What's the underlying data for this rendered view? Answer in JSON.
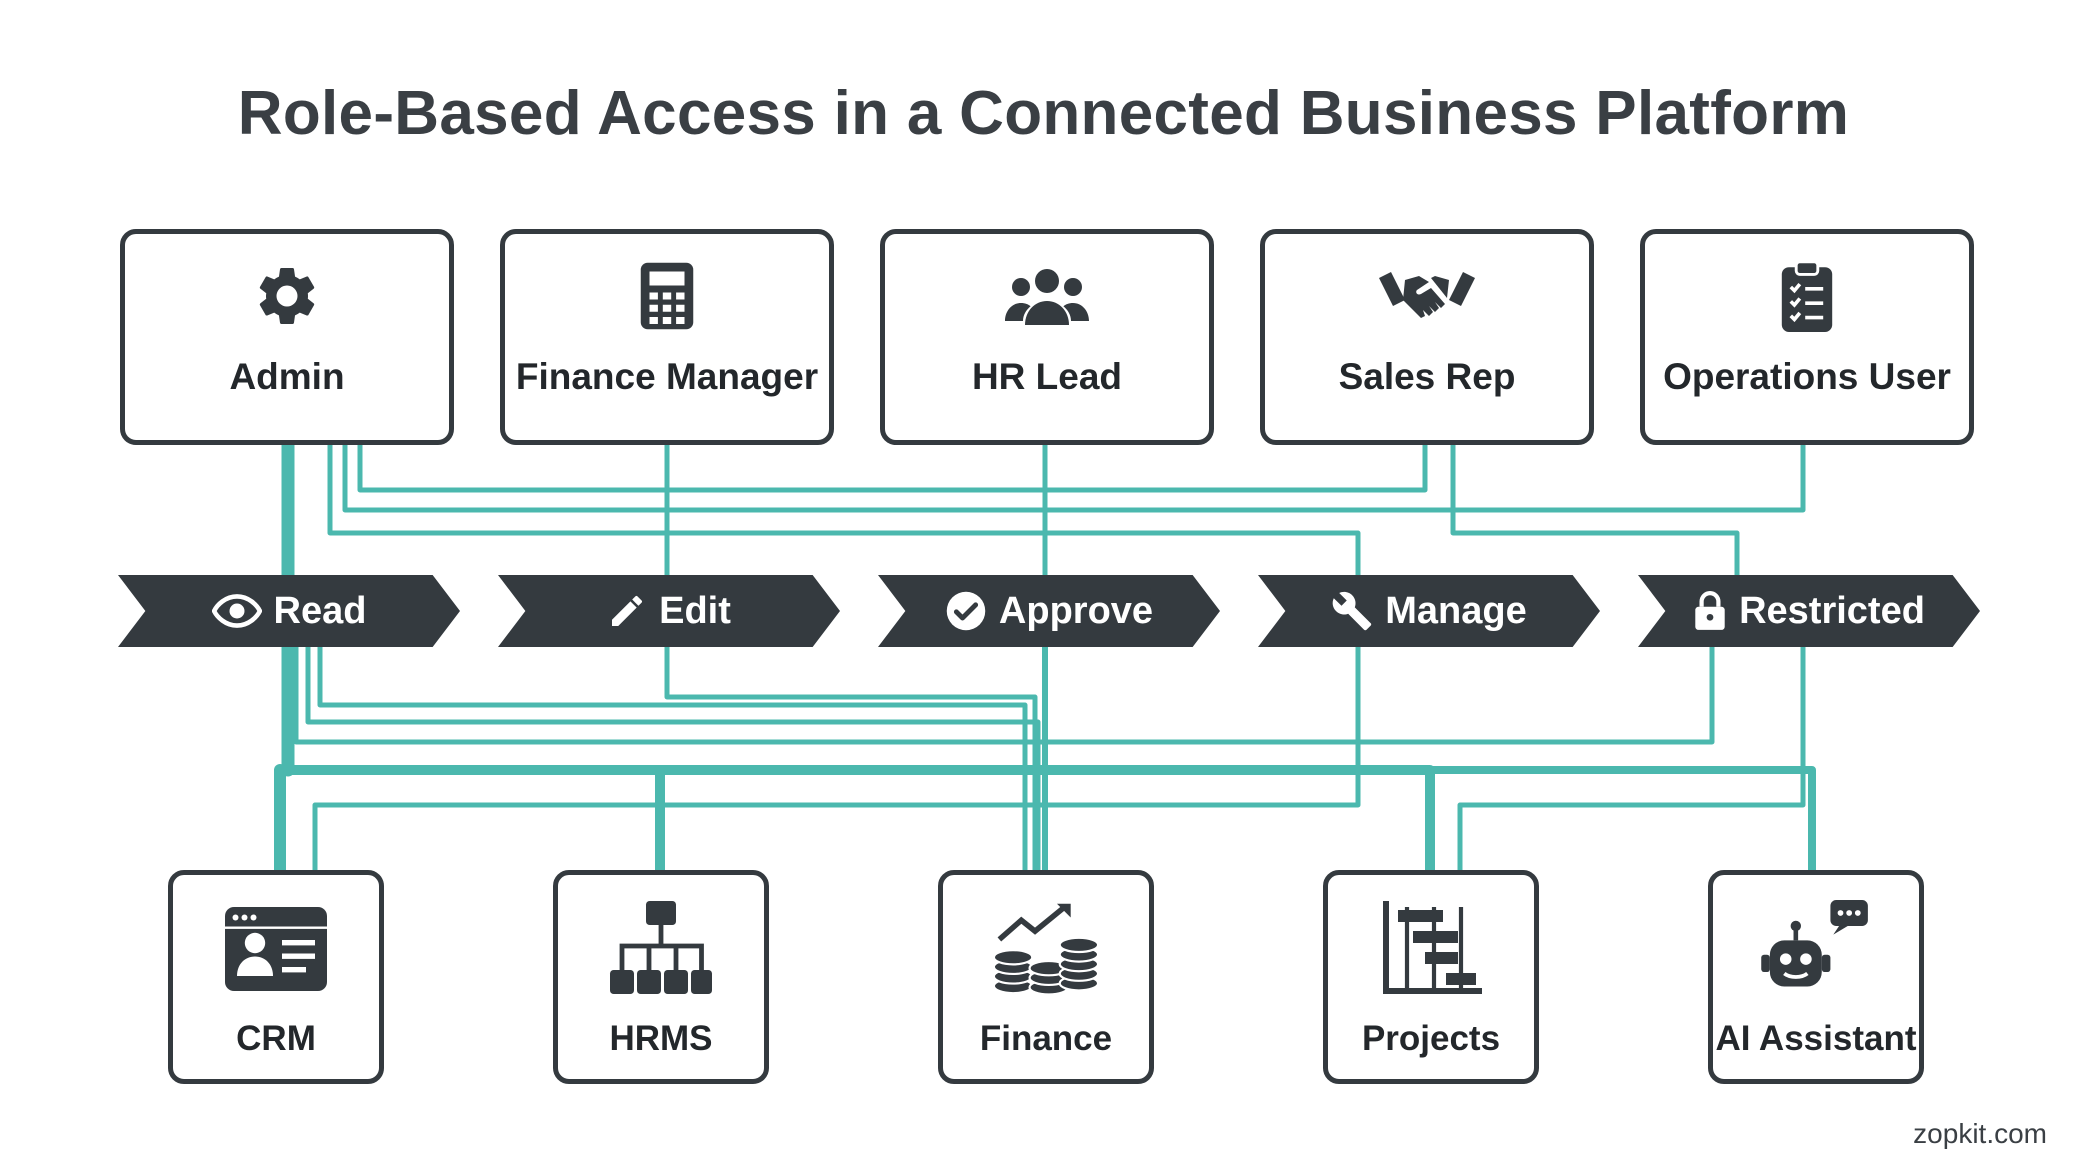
{
  "title": "Role-Based Access in a Connected Business Platform",
  "roles": [
    {
      "label": "Admin",
      "icon": "gear-icon"
    },
    {
      "label": "Finance Manager",
      "icon": "calculator-icon"
    },
    {
      "label": "HR Lead",
      "icon": "people-group-icon"
    },
    {
      "label": "Sales Rep",
      "icon": "handshake-icon"
    },
    {
      "label": "Operations User",
      "icon": "clipboard-checklist-icon"
    }
  ],
  "permissions": [
    {
      "label": "Read",
      "icon": "eye-icon"
    },
    {
      "label": "Edit",
      "icon": "pencil-icon"
    },
    {
      "label": "Approve",
      "icon": "check-circle-icon"
    },
    {
      "label": "Manage",
      "icon": "wrench-icon"
    },
    {
      "label": "Restricted",
      "icon": "lock-icon"
    }
  ],
  "modules": [
    {
      "label": "CRM",
      "icon": "contact-card-icon"
    },
    {
      "label": "HRMS",
      "icon": "org-chart-icon"
    },
    {
      "label": "Finance",
      "icon": "coins-growth-icon"
    },
    {
      "label": "Projects",
      "icon": "gantt-chart-icon"
    },
    {
      "label": "AI Assistant",
      "icon": "robot-chat-icon"
    }
  ],
  "colors": {
    "connector": "#4bb8ae",
    "dark": "#343a3f",
    "text": "#23272b",
    "background": "#ffffff"
  },
  "footer": "zopkit.com"
}
